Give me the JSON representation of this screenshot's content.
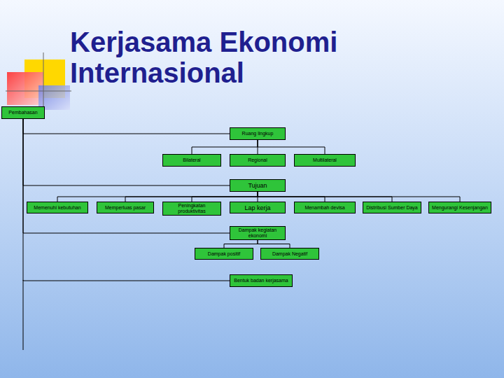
{
  "diagram": {
    "title": "Kerjasama Ekonomi Internasional",
    "nodes": [
      {
        "text": [
          "Pembahasan"
        ]
      },
      {
        "text": [
          "Ruang lingkup"
        ]
      },
      {
        "text": [
          "Bilateral"
        ]
      },
      {
        "text": [
          "Regional"
        ]
      },
      {
        "text": [
          "Multilateral"
        ]
      },
      {
        "text": [
          "Tujuan"
        ]
      },
      {
        "text": [
          "Memenuhi kebutuhan"
        ]
      },
      {
        "text": [
          "Memperluas pasar"
        ]
      },
      {
        "text": [
          "Peningkatan produktivitas"
        ]
      },
      {
        "text": [
          "Lap kerja"
        ]
      },
      {
        "text": [
          "Menambah devisa"
        ]
      },
      {
        "text": [
          "Distribusi Sumber Daya"
        ]
      },
      {
        "text": [
          "Mengurangi Kesenjangan"
        ]
      },
      {
        "text": [
          "Dampak kegiatan ekonomi"
        ]
      },
      {
        "text": [
          "Dampak positif"
        ]
      },
      {
        "text": [
          "Dampak Negatif"
        ]
      },
      {
        "text": [
          "Bentuk badan kerjasama"
        ]
      }
    ],
    "edges": [
      {
        "from": 0,
        "to": 1,
        "arrow": "none"
      },
      {
        "from": 0,
        "to": 5,
        "arrow": "none"
      },
      {
        "from": 0,
        "to": 13,
        "arrow": "none"
      },
      {
        "from": 0,
        "to": 16,
        "arrow": "none"
      },
      {
        "from": 1,
        "to": 2,
        "arrow": "none"
      },
      {
        "from": 1,
        "to": 3,
        "arrow": "none"
      },
      {
        "from": 1,
        "to": 4,
        "arrow": "none"
      },
      {
        "from": 5,
        "to": 6,
        "arrow": "none"
      },
      {
        "from": 5,
        "to": 7,
        "arrow": "none"
      },
      {
        "from": 5,
        "to": 8,
        "arrow": "none"
      },
      {
        "from": 5,
        "to": 9,
        "arrow": "none"
      },
      {
        "from": 5,
        "to": 10,
        "arrow": "none"
      },
      {
        "from": 5,
        "to": 11,
        "arrow": "none"
      },
      {
        "from": 5,
        "to": 12,
        "arrow": "none"
      },
      {
        "from": 13,
        "to": 14,
        "arrow": "none"
      },
      {
        "from": 13,
        "to": 15,
        "arrow": "none"
      }
    ]
  }
}
